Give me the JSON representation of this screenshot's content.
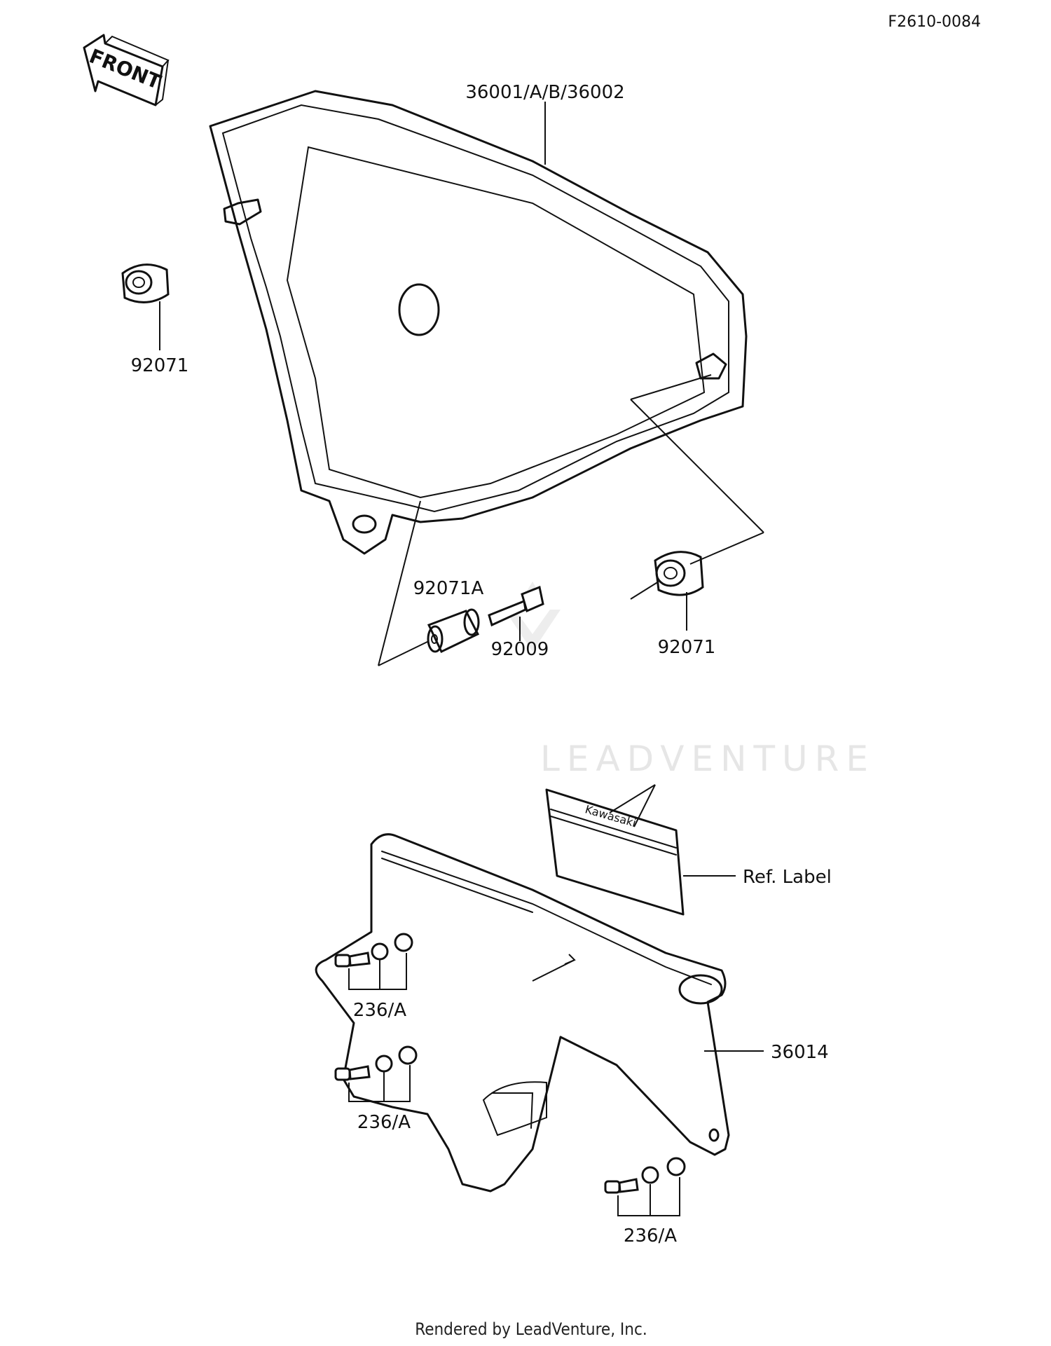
{
  "diagram_id": "F2610-0084",
  "front_arrow_label": "FRONT",
  "watermark": "LEADVENTURE",
  "footer": "Rendered by LeadVenture, Inc.",
  "parts": {
    "side_cover": "36001/A/B/36002",
    "grommet_left": "92071",
    "grommet_right": "92071",
    "collar": "92071A",
    "bolt": "92009",
    "ref_label": "Ref. Label",
    "label_brand": "Kawasaki",
    "chain_guard": "36014",
    "screw_set_1": "236/A",
    "screw_set_2": "236/A",
    "screw_set_3": "236/A"
  }
}
